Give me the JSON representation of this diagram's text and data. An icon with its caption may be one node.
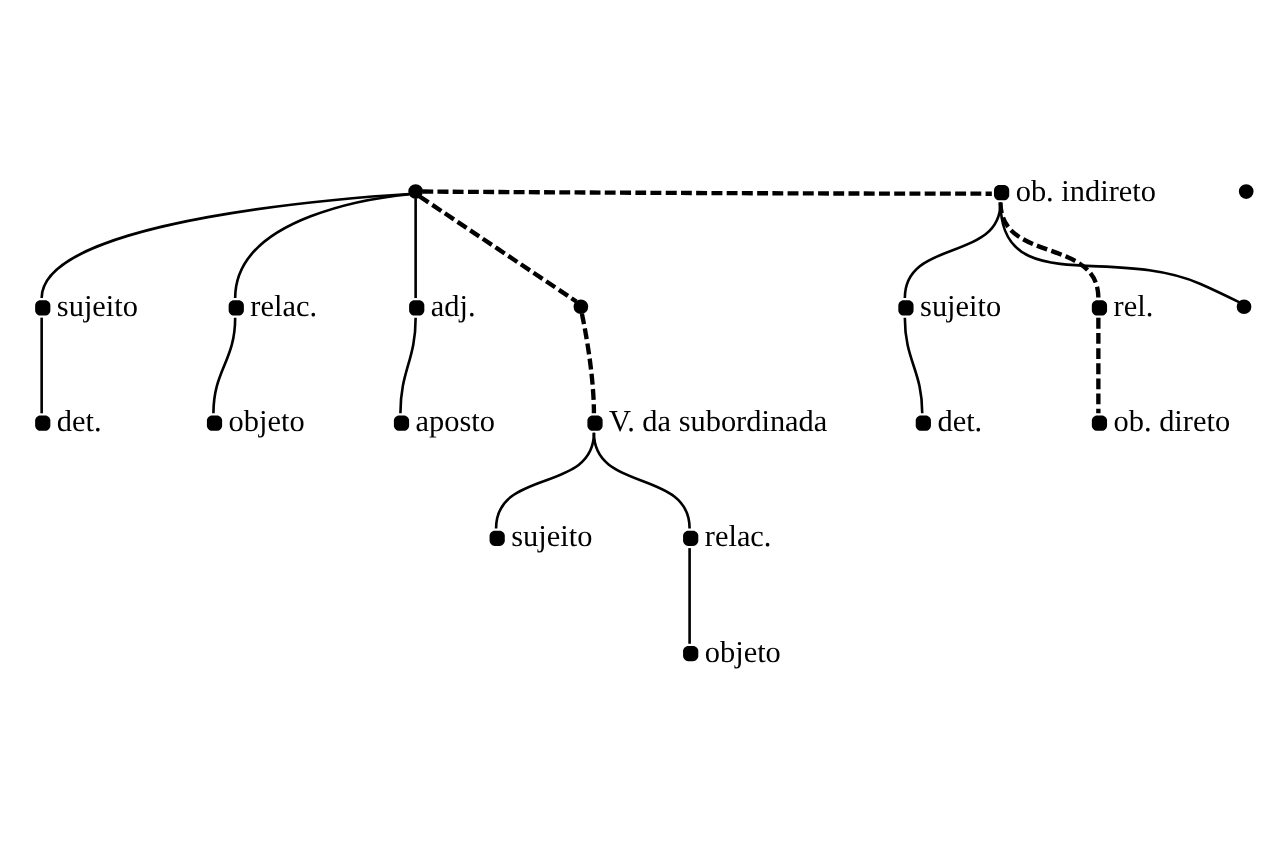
{
  "diagram": {
    "nodes": [
      {
        "text": [],
        "shape": "circle"
      },
      {
        "text": [
          "ob. indireto"
        ]
      },
      {
        "text": [
          "sujeito"
        ]
      },
      {
        "text": [
          "det."
        ]
      },
      {
        "text": [
          "relac."
        ]
      },
      {
        "text": [
          "objeto"
        ]
      },
      {
        "text": [
          "adj."
        ]
      },
      {
        "text": [
          "aposto"
        ]
      },
      {
        "text": [],
        "shape": "circle"
      },
      {
        "text": [
          "V. da subordinada"
        ]
      },
      {
        "text": [
          "sujeito"
        ]
      },
      {
        "text": [
          "relac."
        ]
      },
      {
        "text": [
          "objeto"
        ]
      },
      {
        "text": [
          "sujeito"
        ]
      },
      {
        "text": [
          "det."
        ]
      },
      {
        "text": [
          "rel."
        ]
      },
      {
        "text": [
          "ob. direto"
        ]
      },
      {
        "text": [],
        "shape": "circle"
      },
      {
        "text": [],
        "shape": "circle"
      }
    ],
    "edges": [
      {
        "from": 0,
        "to": 1,
        "arrow": "none",
        "style": "dashed"
      },
      {
        "from": 0,
        "to": 2,
        "arrow": "none"
      },
      {
        "from": 2,
        "to": 3,
        "arrow": "none"
      },
      {
        "from": 0,
        "to": 4,
        "arrow": "none"
      },
      {
        "from": 4,
        "to": 5,
        "arrow": "none"
      },
      {
        "from": 0,
        "to": 6,
        "arrow": "none"
      },
      {
        "from": 6,
        "to": 7,
        "arrow": "none"
      },
      {
        "from": 0,
        "to": 8,
        "arrow": "none",
        "style": "dashed"
      },
      {
        "from": 8,
        "to": 9,
        "arrow": "none",
        "style": "dashed"
      },
      {
        "from": 9,
        "to": 10,
        "arrow": "none"
      },
      {
        "from": 9,
        "to": 11,
        "arrow": "none"
      },
      {
        "from": 11,
        "to": 12,
        "arrow": "none"
      },
      {
        "from": 1,
        "to": 13,
        "arrow": "none"
      },
      {
        "from": 13,
        "to": 14,
        "arrow": "none"
      },
      {
        "from": 1,
        "to": 15,
        "arrow": "none",
        "style": "dashed"
      },
      {
        "from": 15,
        "to": 16,
        "arrow": "none",
        "style": "dashed"
      },
      {
        "from": 1,
        "to": 17,
        "arrow": "none"
      }
    ]
  }
}
